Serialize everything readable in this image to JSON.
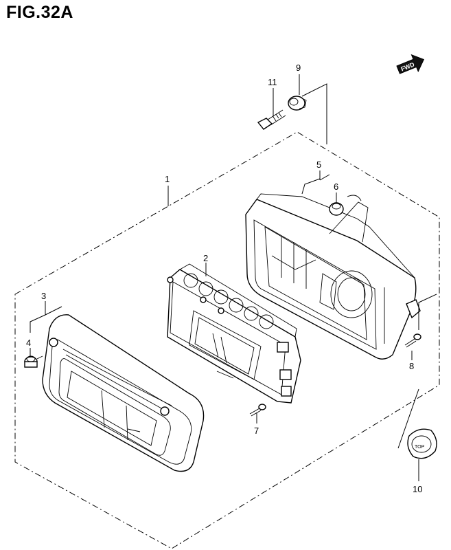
{
  "figure": {
    "title": "FIG.32A"
  },
  "fwd_badge": {
    "label": "FWD"
  },
  "callouts": {
    "c1": "1",
    "c2": "2",
    "c3": "3",
    "c4": "4",
    "c5": "5",
    "c6": "6",
    "c7": "7",
    "c8": "8",
    "c9": "9",
    "c10": "10",
    "c11": "11"
  }
}
